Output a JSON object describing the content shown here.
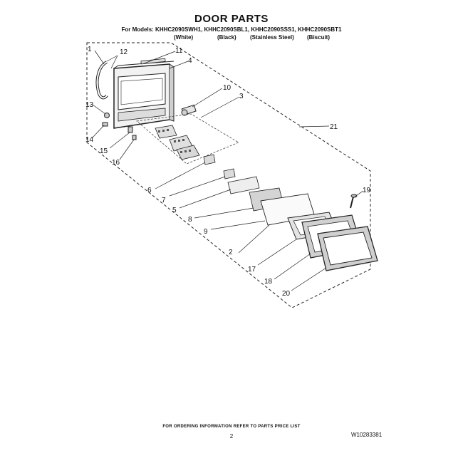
{
  "header": {
    "title": "DOOR PARTS",
    "models_line": "For Models: KHHC2090SWH1, KHHC2090SBL1, KHHC2090SSS1, KHHC2090SBT1",
    "colors": [
      "(White)",
      "(Black)",
      "(Stainless Steel)",
      "(Biscuit)"
    ]
  },
  "callouts": [
    "1",
    "2",
    "3",
    "4",
    "5",
    "6",
    "7",
    "8",
    "9",
    "10",
    "11",
    "12",
    "13",
    "14",
    "15",
    "16",
    "17",
    "18",
    "19",
    "20",
    "21"
  ],
  "footer": {
    "note": "FOR ORDERING INFORMATION REFER TO PARTS PRICE LIST",
    "page": "2",
    "doc_number": "W10283381"
  }
}
